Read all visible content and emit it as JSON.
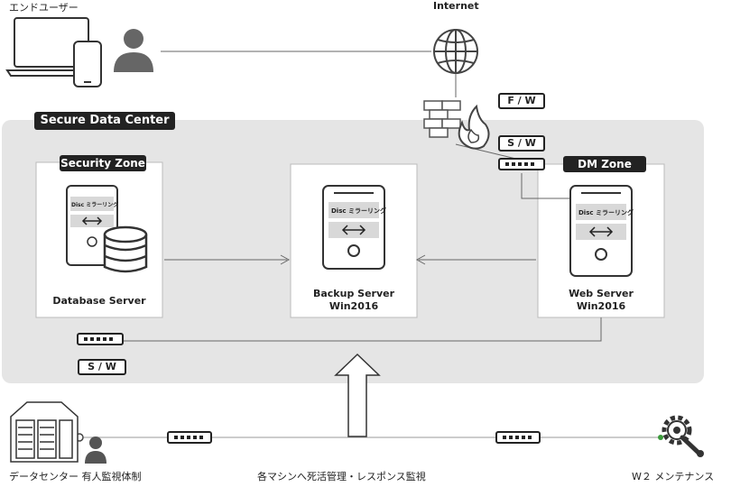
{
  "header": {
    "end_user_label": "エンドユーザー",
    "internet_label": "Internet"
  },
  "network": {
    "firewall_tag": "F / W",
    "switch_tag_top": "S / W",
    "switch_tag_bottom": "S / W"
  },
  "datacenter": {
    "title": "Secure Data Center",
    "security_zone": {
      "title": "Security Zone",
      "server_label": "Database Server",
      "disk_label": "Disc ミラーリング"
    },
    "backup": {
      "server_label_line1": "Backup Server",
      "server_label_line2": "Win2016",
      "disk_label": "Disc ミラーリング"
    },
    "dm_zone": {
      "title": "DM Zone",
      "server_label_line1": "Web Server",
      "server_label_line2": "Win2016",
      "disk_label": "Disc ミラーリング"
    }
  },
  "footer": {
    "staff_label": "データセンター 有人監視体制",
    "monitor_label": "各マシンへ死活管理・レスポンス監視",
    "maintenance_label": "W２ メンテナンス"
  },
  "colors": {
    "datacenter_bg": "#e5e5e5",
    "line": "#444444",
    "dark": "#222222",
    "accent_dot": "#3a9a3a"
  }
}
